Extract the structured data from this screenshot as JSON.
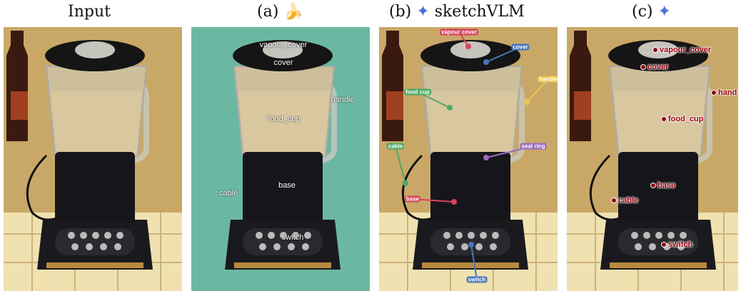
{
  "titles": {
    "input": "Input",
    "a": "(a)",
    "a_icon": "banana-emoji",
    "a_icon_glyph": "🍌",
    "b": "(b)",
    "b_name": "sketchVLM",
    "star": "✦",
    "c": "(c)"
  },
  "colors": {
    "photo_bg": "#c9a867",
    "teal_bg": "#6bb8a2",
    "label_c": "#a00010"
  },
  "panel_a": {
    "labels": [
      "vapour_cover",
      "cover",
      "handle",
      "food_cup",
      "base",
      "cable",
      "switch"
    ]
  },
  "panel_b": {
    "labels": [
      {
        "text": "vapour cover",
        "color": "#d8445e"
      },
      {
        "text": "cover",
        "color": "#4a74b8"
      },
      {
        "text": "handle",
        "color": "#e8c850"
      },
      {
        "text": "food cup",
        "color": "#4ea864"
      },
      {
        "text": "cable",
        "color": "#4ea864"
      },
      {
        "text": "seal ring",
        "color": "#9a6cc0"
      },
      {
        "text": "base",
        "color": "#d8445e"
      },
      {
        "text": "switch",
        "color": "#4a74b8"
      }
    ]
  },
  "panel_c": {
    "labels": [
      "vapour_cover",
      "cover",
      "hand",
      "food_cup",
      "base",
      "cable",
      "switch"
    ]
  }
}
